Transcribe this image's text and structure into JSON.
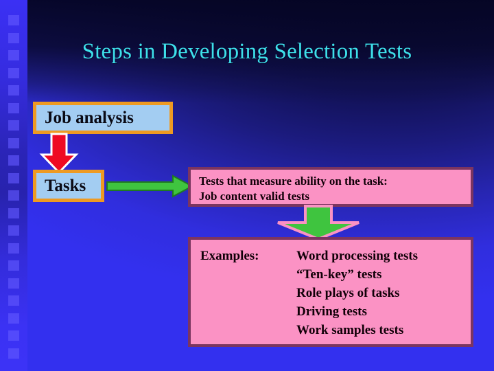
{
  "slide": {
    "title": "Steps in Developing Selection Tests",
    "title_color": "#3ee0ea",
    "background_color_bright": "#3330ef",
    "background_color_dark": "#0a0a2c"
  },
  "flow": {
    "job_analysis_label": "Job analysis",
    "tasks_label": "Tasks",
    "tests_description_line1": "Tests that measure ability on the task:",
    "tests_description_line2": "Job content valid tests",
    "examples_label": "Examples:",
    "examples": [
      "Word processing tests",
      "“Ten-key” tests",
      "Role plays of tasks",
      "Driving tests",
      "Work samples tests"
    ]
  },
  "arrows": {
    "red_down": {
      "name": "red-down-arrow",
      "fill": "#ef0a23",
      "stroke": "#ffffff"
    },
    "green_right": {
      "name": "green-right-arrow",
      "fill": "#3fc43f",
      "stroke": "#1f6b1f"
    },
    "green_down": {
      "name": "green-down-arrow",
      "fill": "#3fc43f",
      "stroke": "#fb92c4"
    }
  },
  "styles": {
    "blue_box_fill": "#a3cdf2",
    "blue_box_border": "#ee9a22",
    "pink_box_fill": "#fb92c4",
    "pink_box_border": "#7b3560"
  },
  "decor": {
    "square_count": 20,
    "square_color": "#6258ff"
  }
}
